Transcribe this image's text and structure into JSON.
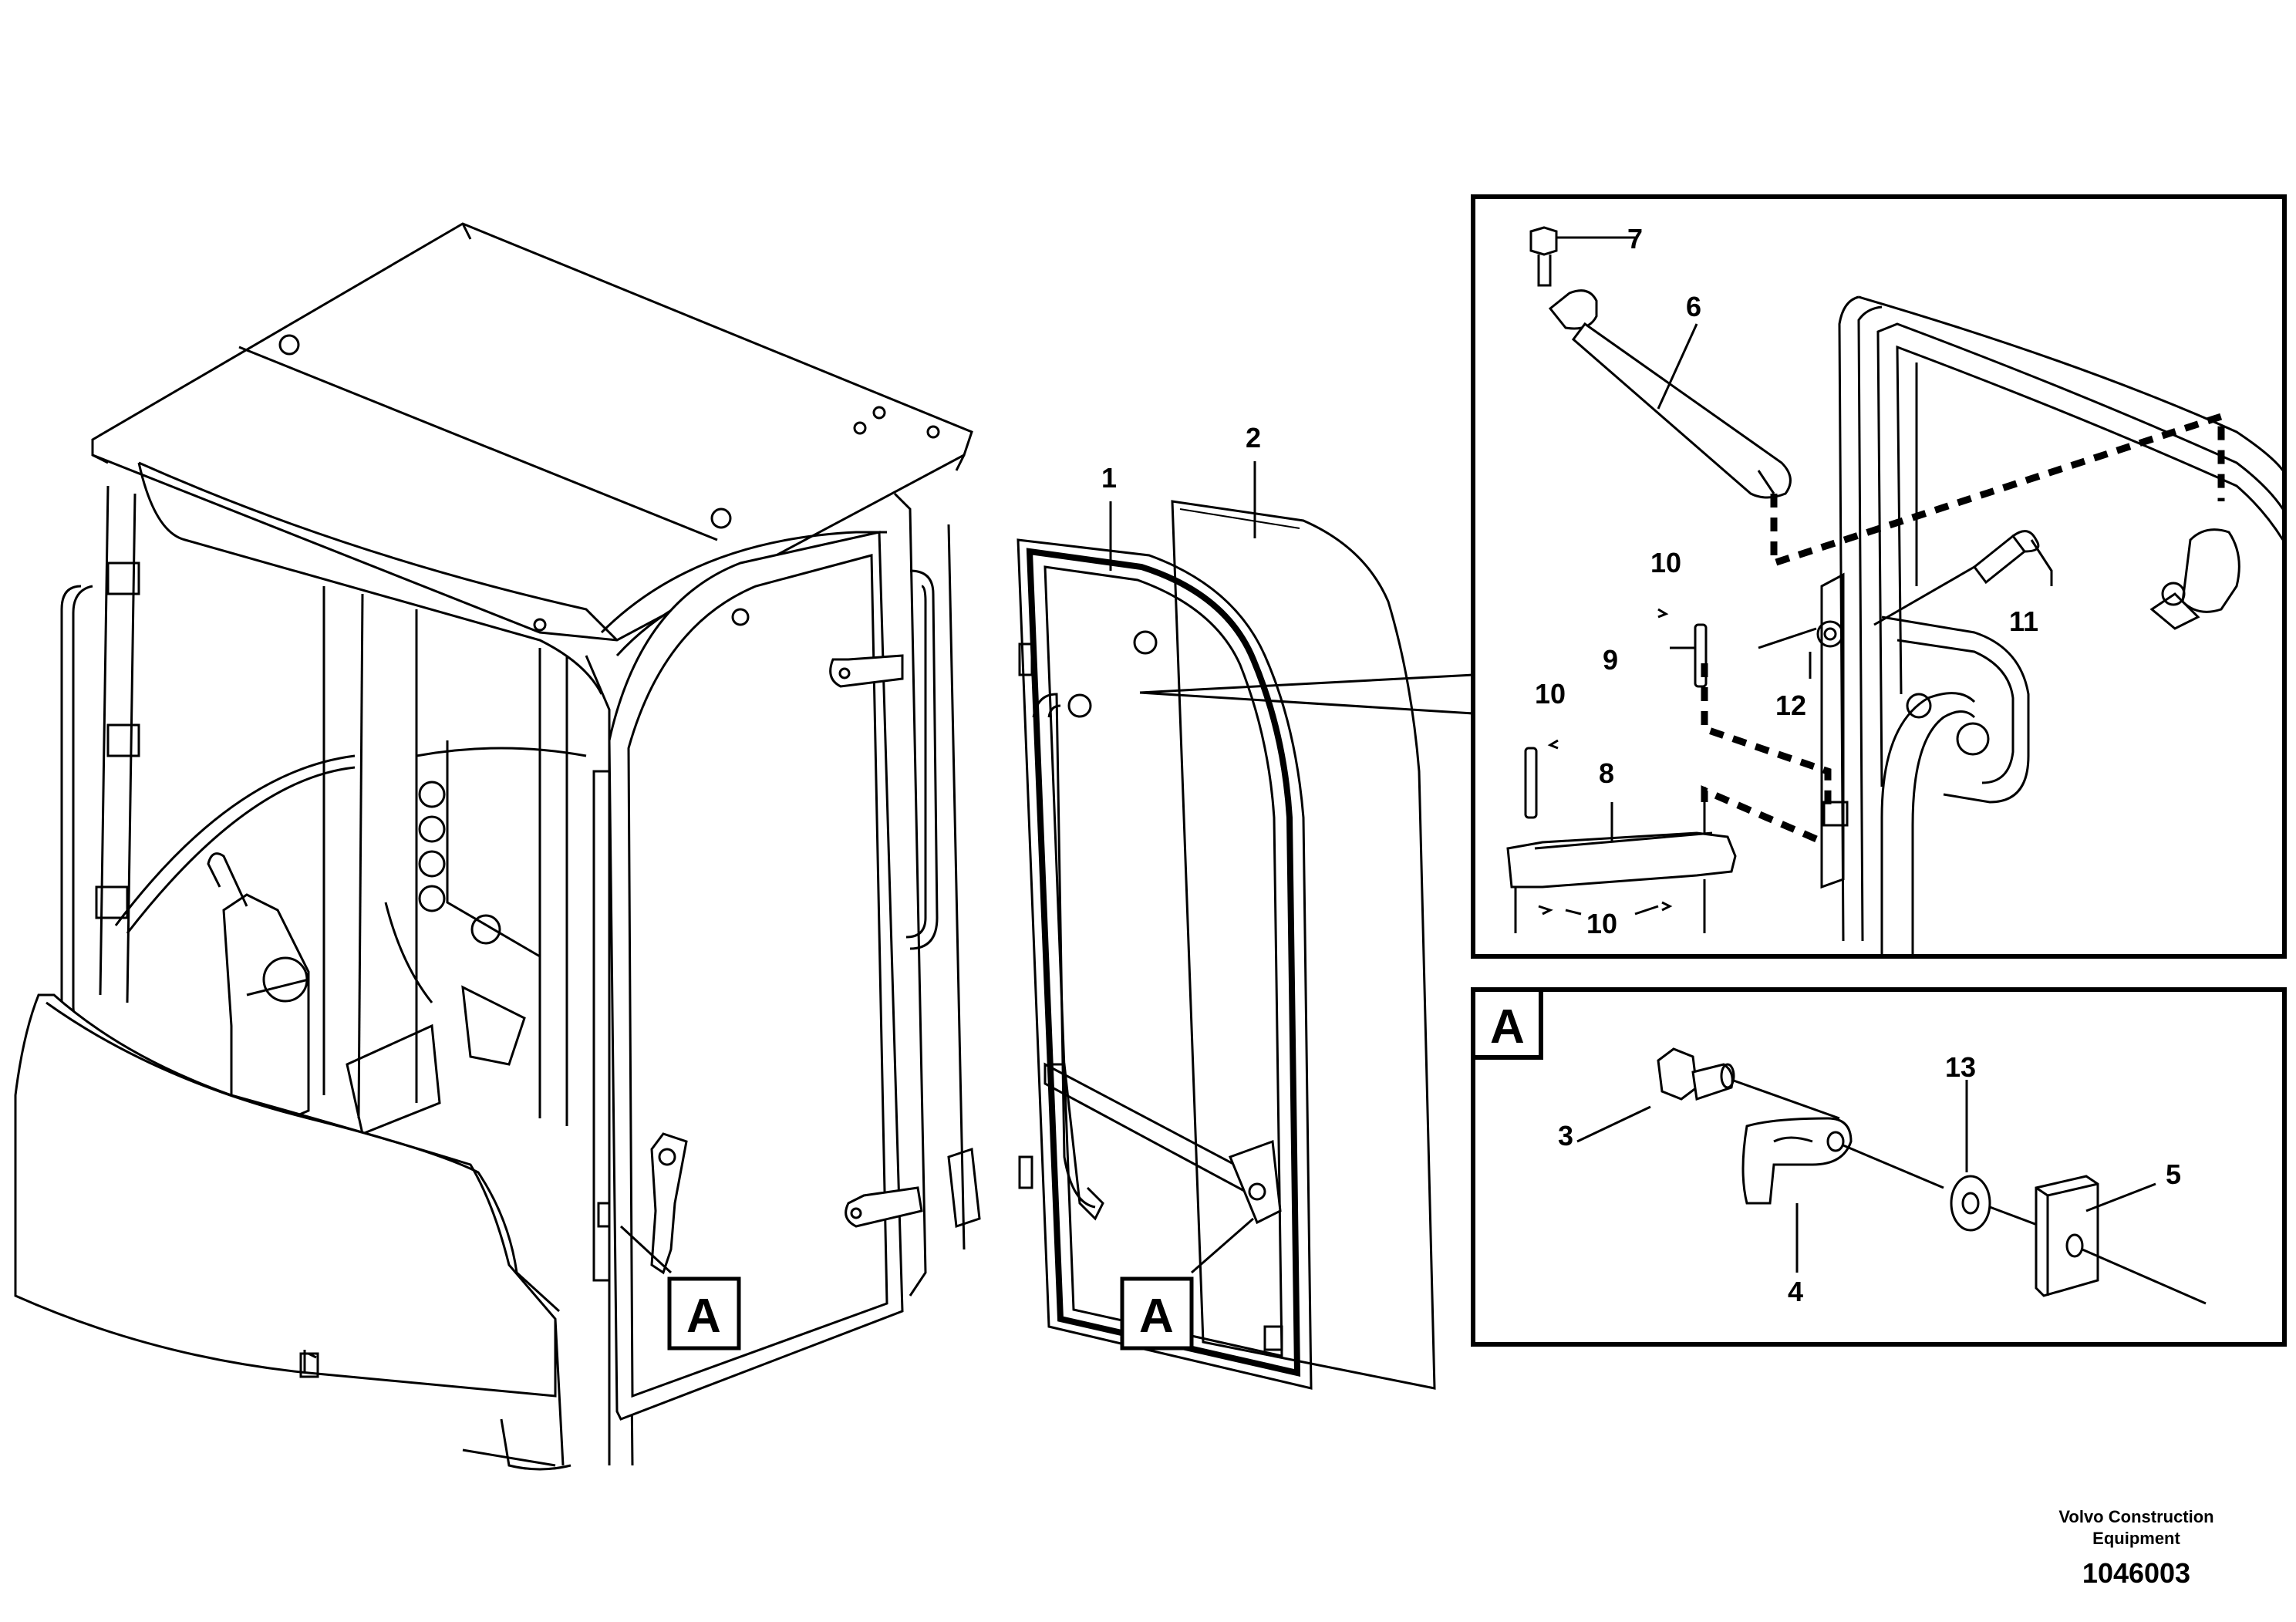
{
  "figure_id": "1046003",
  "publisher": [
    "Volvo Construction",
    "Equipment"
  ],
  "callouts": {
    "c1": "1",
    "c2": "2",
    "c3": "3",
    "c4": "4",
    "c5": "5",
    "c6": "6",
    "c7": "7",
    "c8": "8",
    "c9": "9",
    "c10a": "10",
    "c10b": "10",
    "c10c": "10",
    "c11": "11",
    "c12": "12",
    "c13": "13"
  },
  "detail_marker": "A",
  "icons": [
    "cab-drawing",
    "door-frame-drawing",
    "door-glass-drawing",
    "gas-strut-detail",
    "hinge-detail",
    "door-stop-detail"
  ]
}
